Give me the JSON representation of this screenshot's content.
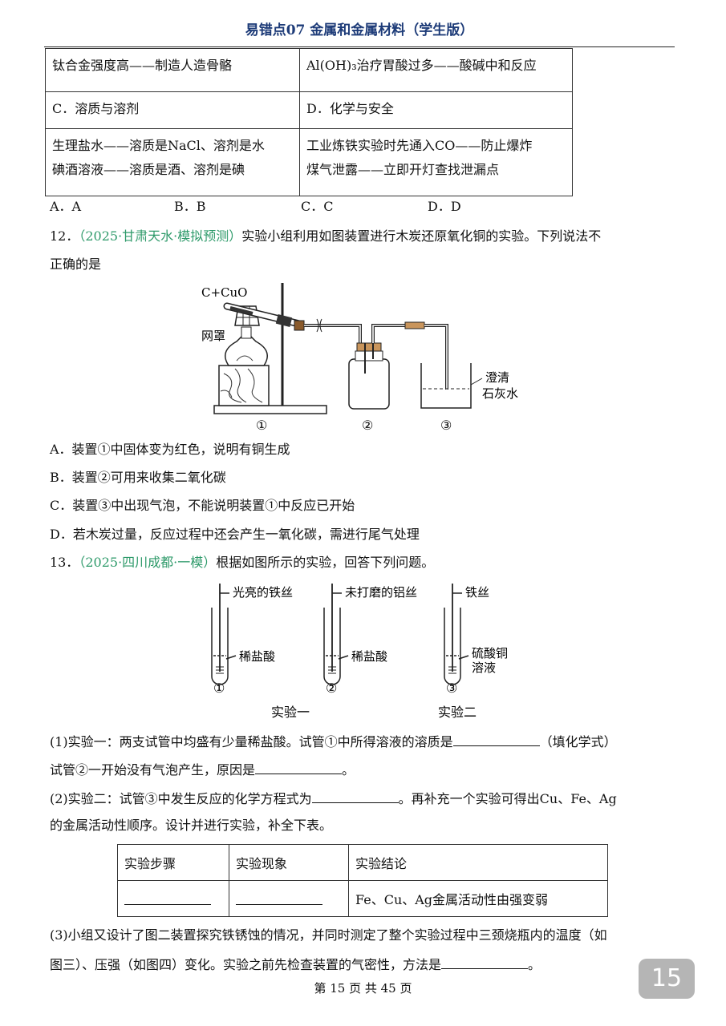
{
  "header": {
    "title": "易错点07  金属和金属材料（学生版）"
  },
  "top_table": {
    "rows": [
      [
        "钛合金强度高——制造人造骨骼",
        "Al(OH)₃治疗胃酸过多——酸碱中和反应"
      ],
      [
        "C．溶质与溶剂",
        "D．化学与安全"
      ],
      [
        [
          "生理盐水——溶质是NaCl、溶剂是水",
          "碘酒溶液——溶质是酒、溶剂是碘"
        ],
        [
          "工业炼铁实验时先通入CO——防止爆炸",
          "煤气泄露——立即开灯查找泄漏点"
        ]
      ]
    ]
  },
  "q11_options": [
    "A．A",
    "B．B",
    "C．C",
    "D．D"
  ],
  "q12": {
    "number": "12．",
    "source": "（2025·甘肃天水·模拟预测）",
    "stem_1": "实验小组利用如图装置进行木炭还原氧化铜的实验。下列说法不",
    "stem_2": "正确的是",
    "figure_labels": {
      "reactants": "C+CuO",
      "gauze": "网罩",
      "limewater_1": "澄清",
      "limewater_2": "石灰水",
      "n1": "①",
      "n2": "②",
      "n3": "③"
    },
    "options": [
      "A．装置①中固体变为红色，说明有铜生成",
      "B．装置②可用来收集二氧化碳",
      "C．装置③中出现气泡，不能说明装置①中反应已开始",
      "D．若木炭过量，反应过程中还会产生一氧化碳，需进行尾气处理"
    ]
  },
  "q13": {
    "number": "13．",
    "source": "（2025·四川成都·一模）",
    "stem": "根据如图所示的实验，回答下列问题。",
    "figure_labels": {
      "wire1": "光亮的铁丝",
      "wire2": "未打磨的铝丝",
      "wire3": "铁丝",
      "acid1": "稀盐酸",
      "acid2": "稀盐酸",
      "cuso4_1": "硫酸铜",
      "cuso4_2": "溶液",
      "n1": "①",
      "n2": "②",
      "n3": "③",
      "exp1": "实验一",
      "exp2": "实验二"
    },
    "p1_a": "(1)实验一：两支试管中均盛有少量稀盐酸。试管①中所得溶液的溶质是",
    "p1_b": "（填化学式）",
    "p1_c": "试管②一开始没有气泡产生，原因是",
    "p1_d": "。",
    "p2_a": "(2)实验二：试管③中发生反应的化学方程式为",
    "p2_b": "。再补充一个实验可得出Cu、Fe、Ag",
    "p2_c": "的金属活动性顺序。设计并进行实验，补全下表。",
    "table_headers": [
      "实验步骤",
      "实验现象",
      "实验结论"
    ],
    "table_conclusion": "Fe、Cu、Ag金属活动性由强变弱",
    "p3_a": "(3)小组又设计了图二装置探究铁锈蚀的情况，并同时测定了整个实验过程中三颈烧瓶内的温度（如",
    "p3_b": "图三）、压强（如图四）变化。实验之前先检查装置的气密性，方法是",
    "p3_c": "。"
  },
  "page_badge": "15",
  "footer": {
    "text": "第 15 页 共 45 页"
  }
}
